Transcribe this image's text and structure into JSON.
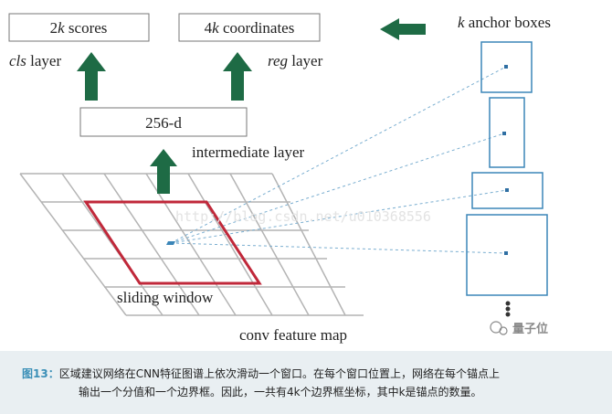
{
  "diagram": {
    "box_scores": {
      "num": "2",
      "var": "k",
      "rest": " scores"
    },
    "box_coords": {
      "num": "4",
      "var": "k",
      "rest": " coordinates"
    },
    "cls_layer": {
      "var": "cls",
      "rest": " layer"
    },
    "reg_layer": {
      "var": "reg",
      "rest": " layer"
    },
    "box_256d": "256-d",
    "intermediate_layer": "intermediate layer",
    "anchor_boxes": {
      "var": "k",
      "rest": " anchor boxes"
    },
    "sliding_window": "sliding window",
    "feature_map": "conv feature map",
    "watermark": "http://blog.csdn.net/u010368556",
    "logo_text": "量子位"
  },
  "caption": {
    "label": "图13：",
    "line1": "区域建议网络在CNN特征图谱上依次滑动一个窗口。在每个窗口位置上，网络在每个锚点上",
    "line2": "输出一个分值和一个边界框。因此，一共有4k个边界框坐标，其中k是锚点的数量。"
  },
  "colors": {
    "arrow_green": "#1e6b45",
    "window_red": "#c0283a",
    "anchor_blue": "#3b86b8",
    "grid_gray": "#b4b4b4",
    "caption_bg": "#e9eff2",
    "caption_label": "#3a8fb7"
  }
}
